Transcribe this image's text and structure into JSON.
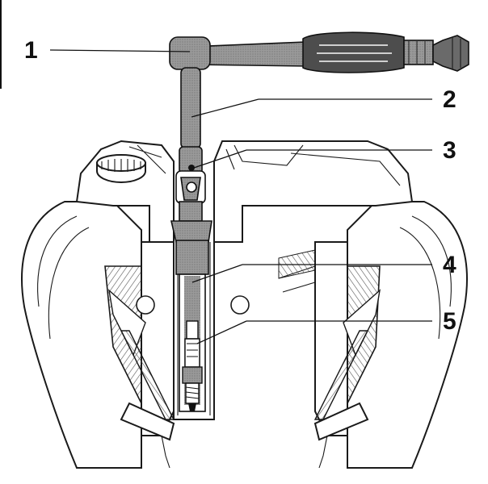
{
  "figure": {
    "callouts": [
      {
        "number": "1",
        "part": "ratchet-handle"
      },
      {
        "number": "2",
        "part": "extension-bar"
      },
      {
        "number": "3",
        "part": "universal-joint"
      },
      {
        "number": "4",
        "part": "spark-plug-socket"
      },
      {
        "number": "5",
        "part": "spark-plug"
      }
    ],
    "colors": {
      "ink": "#111111",
      "tool_gray": "#8c8c8c",
      "tool_dark": "#5a5a5a",
      "shading": "#9a9a9a",
      "background": "#ffffff"
    }
  }
}
